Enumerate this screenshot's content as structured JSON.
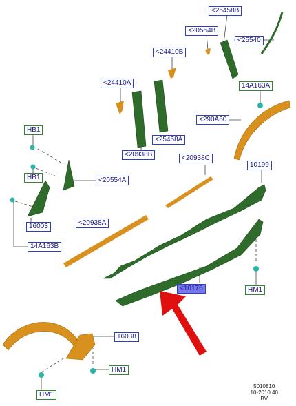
{
  "labels": {
    "p25458B": "<25458B",
    "p20554B": "<20554B",
    "p25540": "<25540",
    "p24410B": "<24410B",
    "p24410A": "<24410A",
    "p14A163A": "14A163A",
    "p290A60": "<290A60",
    "p20938B": "<20938B",
    "p25458A": "<25458A",
    "pHB1a": "HB1",
    "p20938C": "<20938C",
    "p10199": "10199",
    "pHB1b": "HB1",
    "p20554A": "<20554A",
    "p16003": "16003",
    "p20938A": "<20938A",
    "p14A163B": "14A163B",
    "p10176": "<10176",
    "pHM1a": "HM1",
    "p16038": "16038",
    "pHM1b": "HM1",
    "pHM1c": "HM1"
  },
  "stamp": {
    "line1": "5010810",
    "line2": "10-2010 40",
    "line3": "BV"
  },
  "colors": {
    "part_green": "#2f6b2a",
    "part_orange": "#d8901e",
    "fastener_teal": "#2bb5a5",
    "callout_blue": "#2b3fbf",
    "callout_green": "#2a8a2a",
    "arrow_red": "#e01010"
  }
}
